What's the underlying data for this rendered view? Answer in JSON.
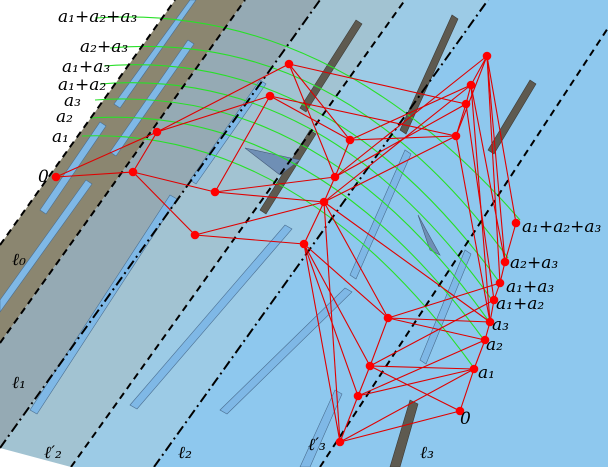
{
  "colors": {
    "band_0": "#8b8670",
    "band_1": "#95aab4",
    "band_2": "#a2c3d2",
    "band_3": "#9ccbe6",
    "band_4": "#8ec8ee",
    "rib_light": "#7fb8e6",
    "rib_dark": "#5e5a50",
    "dot": "#ff0000",
    "edge": "#e00000",
    "arc": "#28e028",
    "boundary": "#000000"
  },
  "left_labels": [
    {
      "id": "a1a2a3",
      "text": "a₁+a₂+a₃"
    },
    {
      "id": "a2a3",
      "text": "a₂+a₃"
    },
    {
      "id": "a1a3",
      "text": "a₁+a₃"
    },
    {
      "id": "a1a2",
      "text": "a₁+a₂"
    },
    {
      "id": "a3",
      "text": "a₃"
    },
    {
      "id": "a2",
      "text": "a₂"
    },
    {
      "id": "a1",
      "text": "a₁"
    },
    {
      "id": "zero",
      "text": "0"
    }
  ],
  "right_labels": [
    {
      "id": "a1a2a3",
      "text": "a₁+a₂+a₃"
    },
    {
      "id": "a2a3",
      "text": "a₂+a₃"
    },
    {
      "id": "a1a3",
      "text": "a₁+a₃"
    },
    {
      "id": "a1a2",
      "text": "a₁+a₂"
    },
    {
      "id": "a3",
      "text": "a₃"
    },
    {
      "id": "a2",
      "text": "a₂"
    },
    {
      "id": "a1",
      "text": "a₁"
    },
    {
      "id": "zero",
      "text": "0"
    }
  ],
  "line_labels": [
    {
      "id": "l0",
      "text": "ℓ₀"
    },
    {
      "id": "l1",
      "text": "ℓ₁"
    },
    {
      "id": "l2p",
      "text": "ℓ′₂"
    },
    {
      "id": "l2",
      "text": "ℓ₂"
    },
    {
      "id": "l3p",
      "text": "ℓ′₃"
    },
    {
      "id": "l3",
      "text": "ℓ₃"
    }
  ]
}
